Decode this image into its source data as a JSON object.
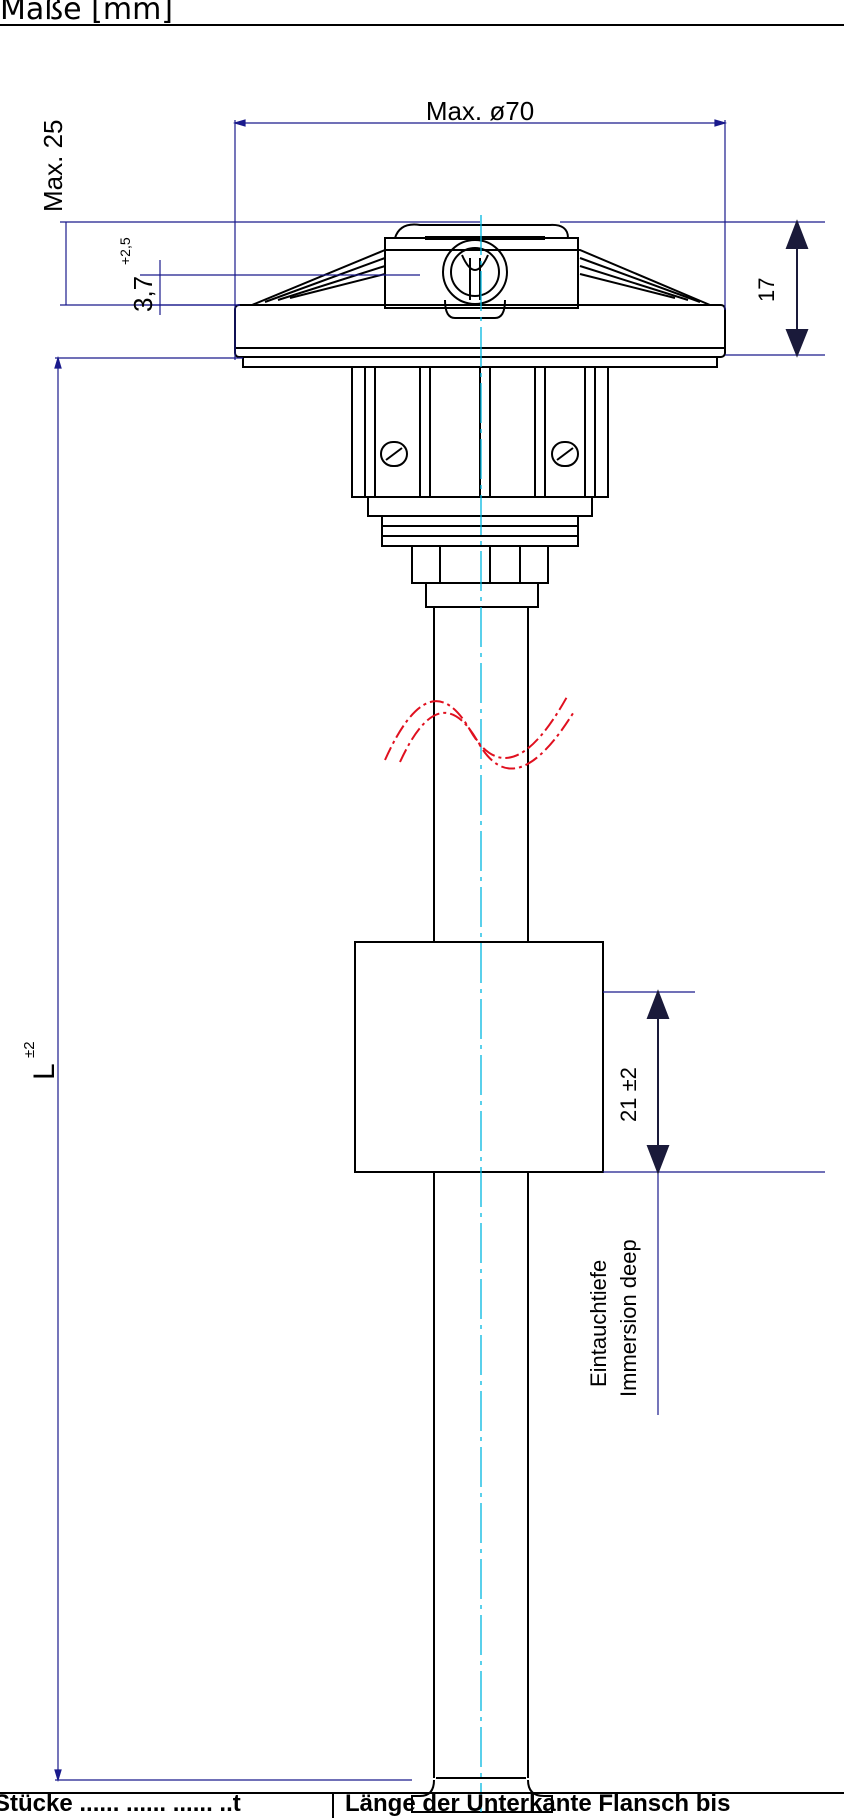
{
  "header": {
    "title": "Maße [mm]"
  },
  "dimensions": {
    "max_diameter": "Max. ø70",
    "max_height": "Max. 25",
    "flange_offset_base": "3,7",
    "flange_offset_tol": "+2,5",
    "head_height": "17",
    "length_symbol": "L",
    "length_tol": "±2",
    "immersion_value": "21 ±2"
  },
  "annotations": {
    "immersion_de": "Eintauchtiefe",
    "immersion_en": "Immersion deep"
  },
  "footer": {
    "left": "Stücke ...... ...... ...... ..t",
    "right": "Länge der Unterkante Flansch bis"
  },
  "colors": {
    "dimension_line": "#1a1a8c",
    "center_line": "#00b7e0",
    "break_line": "#e0101f",
    "outline": "#000000"
  }
}
